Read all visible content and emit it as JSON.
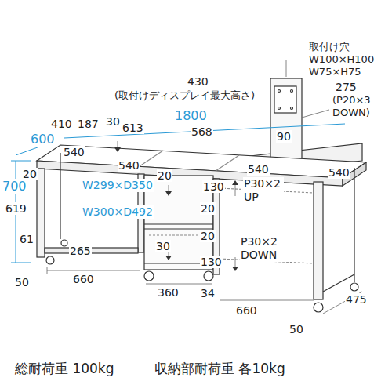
{
  "diagram": {
    "labels": [
      "取付け穴 W100×H100 W75×H75",
      "430",
      "(取付けディスプレイ最大高さ)",
      "275",
      "(P20×3 DOWN)",
      "1800",
      "600",
      "410",
      "187",
      "30",
      "540",
      "613",
      "568",
      "90",
      "540",
      "540",
      "540",
      "20",
      "W299×D350",
      "20",
      "130",
      "P30×2 UP",
      "700",
      "619",
      "W300×D492",
      "20",
      "61",
      "265",
      "30",
      "20",
      "P30×2 DOWN",
      "130",
      "50",
      "660",
      "360",
      "34",
      "660",
      "475",
      "50",
      "総耐荷重 100kg",
      "収納部耐荷重 各10kg"
    ]
  }
}
